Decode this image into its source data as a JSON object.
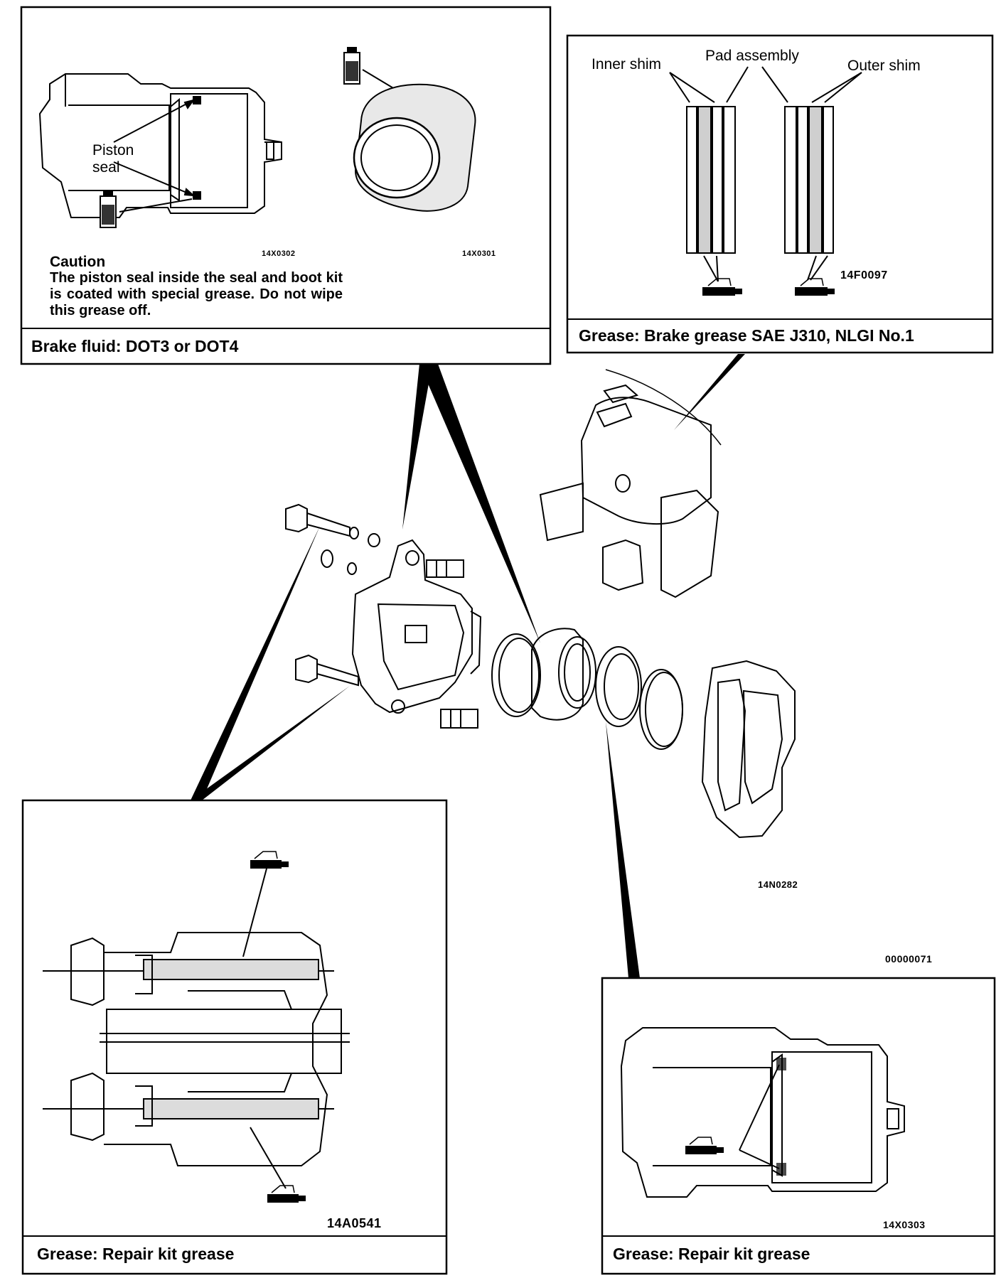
{
  "panel_brake_fluid": {
    "piston_seal_label": "Piston\nseal",
    "code_left": "14X0302",
    "code_right": "14X0301",
    "caution_title": "Caution",
    "caution_text": "The piston seal inside the seal and boot kit is coated with special grease. Do not wipe this grease off.",
    "spec": "Brake fluid: DOT3 or DOT4"
  },
  "panel_pad": {
    "inner_shim": "Inner shim",
    "pad_assembly": "Pad assembly",
    "outer_shim": "Outer shim",
    "code": "14F0097",
    "spec": "Grease: Brake grease SAE J310, NLGI No.1"
  },
  "main": {
    "code": "14N0282",
    "ref": "00000071"
  },
  "panel_bottom_left": {
    "code": "14A0541",
    "spec": "Grease: Repair kit grease"
  },
  "panel_bottom_right": {
    "code": "14X0303",
    "spec": "Grease: Repair kit grease"
  }
}
